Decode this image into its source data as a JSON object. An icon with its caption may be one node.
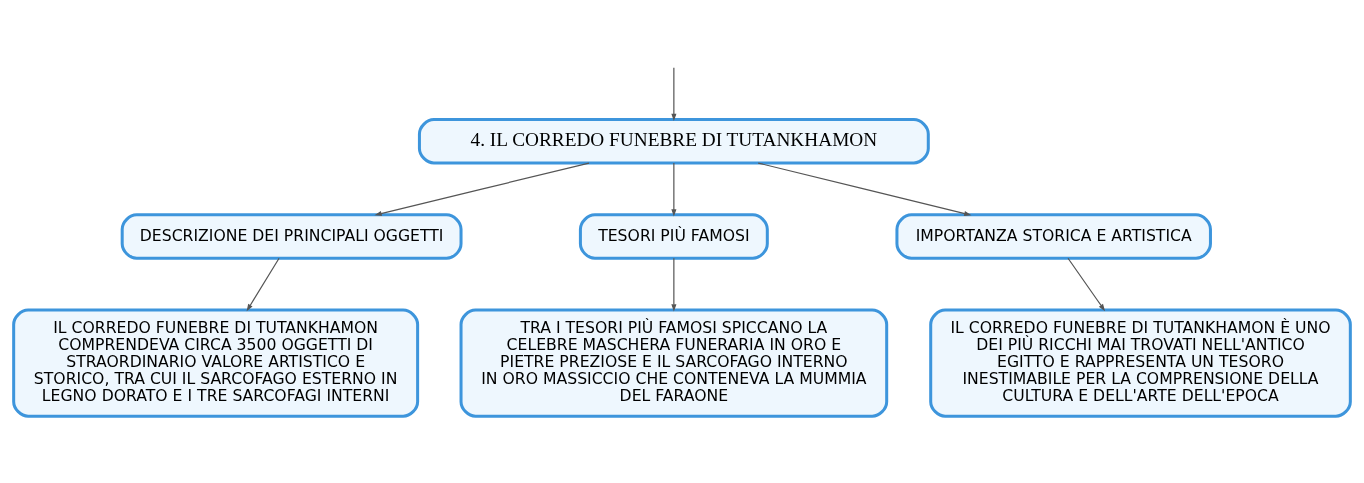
{
  "diagram": {
    "nodes": [
      {
        "text": [
          "4. IL CORREDO FUNEBRE DI TUTANKHAMON"
        ]
      },
      {
        "text": [
          "DESCRIZIONE DEI PRINCIPALI OGGETTI"
        ]
      },
      {
        "text": [
          "TESORI PIÙ FAMOSI"
        ]
      },
      {
        "text": [
          "IMPORTANZA STORICA E ARTISTICA"
        ]
      },
      {
        "text": [
          "IL CORREDO FUNEBRE DI TUTANKHAMON COMPRENDEVA CIRCA 3500 OGGETTI DI STRAORDINARIO VALORE ARTISTICO E STORICO, TRA CUI IL SARCOFAGO ESTERNO IN LEGNO DORATO E I TRE SARCOFAGI INTERNI"
        ]
      },
      {
        "text": [
          "TRA I TESORI PIÙ FAMOSI SPICCANO LA CELEBRE MASCHERA FUNERARIA IN ORO E PIETRE PREZIOSE E IL SARCOFAGO INTERNO IN ORO MASSICCIO CHE CONTENEVA LA MUMMIA DEL FARAONE"
        ]
      },
      {
        "text": [
          "IL CORREDO FUNEBRE DI TUTANKHAMON È UNO DEI PIÙ RICCHI MAI TROVATI NELL'ANTICO EGITTO E RAPPRESENTA UN TESORO INESTIMABILE PER LA COMPRENSIONE DELLA CULTURA E DELL'ARTE DELL'EPOCA"
        ]
      }
    ],
    "edges": [
      {
        "from": null,
        "to": 0,
        "arrow": "to"
      },
      {
        "from": 0,
        "to": 1,
        "arrow": "to"
      },
      {
        "from": 0,
        "to": 2,
        "arrow": "to"
      },
      {
        "from": 0,
        "to": 3,
        "arrow": "to"
      },
      {
        "from": 1,
        "to": 4,
        "arrow": "to"
      },
      {
        "from": 2,
        "to": 5,
        "arrow": "to"
      },
      {
        "from": 3,
        "to": 6,
        "arrow": "to"
      }
    ]
  }
}
